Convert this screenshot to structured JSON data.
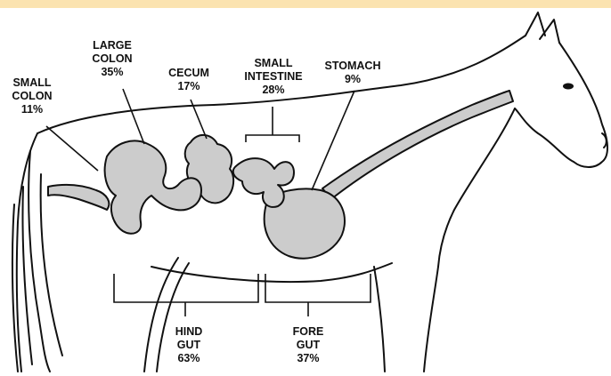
{
  "colors": {
    "banner": "#fbe3b0",
    "outline": "#111111",
    "organ_fill": "#cccccc",
    "background": "#ffffff"
  },
  "labels": {
    "small_colon": {
      "line1": "SMALL",
      "line2": "COLON",
      "pct": "11%"
    },
    "large_colon": {
      "line1": "LARGE",
      "line2": "COLON",
      "pct": "35%"
    },
    "cecum": {
      "line1": "CECUM",
      "pct": "17%"
    },
    "small_intestine": {
      "line1": "SMALL",
      "line2": "INTESTINE",
      "pct": "28%"
    },
    "stomach": {
      "line1": "STOMACH",
      "pct": "9%"
    },
    "hind_gut": {
      "line1": "HIND",
      "line2": "GUT",
      "pct": "63%"
    },
    "fore_gut": {
      "line1": "FORE",
      "line2": "GUT",
      "pct": "37%"
    }
  }
}
